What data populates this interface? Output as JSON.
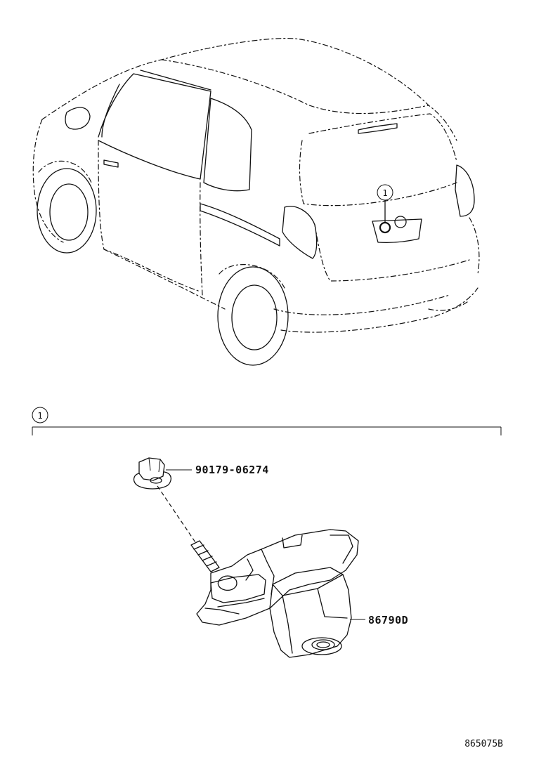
{
  "diagram": {
    "callout_marker": "1",
    "section_marker": "1",
    "parts": [
      {
        "number": "90179-06274",
        "kind": "nut"
      },
      {
        "number": "86790D",
        "kind": "rear-view-camera"
      }
    ],
    "illustration_code": "865075B"
  }
}
